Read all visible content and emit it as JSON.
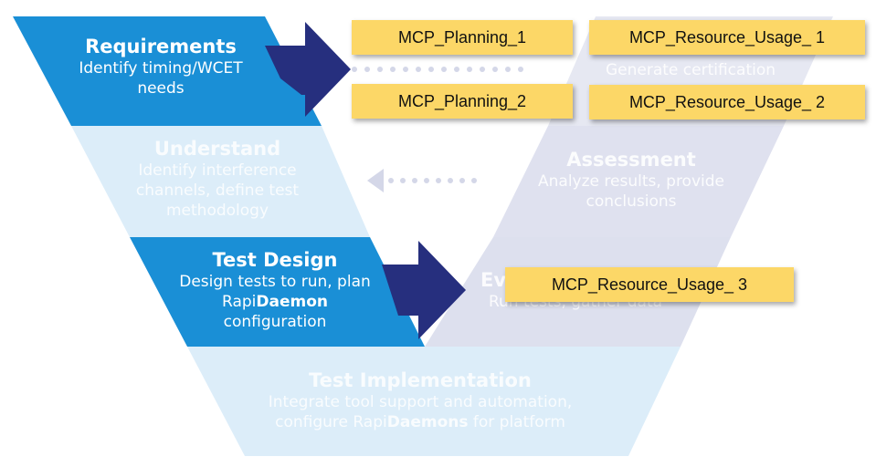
{
  "stages": {
    "requirements": {
      "title": "Requirements",
      "desc_1": "Identify timing/WCET",
      "desc_2": "needs"
    },
    "understand": {
      "title": "Understand",
      "desc_1": "Identify interference",
      "desc_2": "channels, define test",
      "desc_3": "methodology"
    },
    "test_design": {
      "title": "Test Design",
      "desc_1": "Design tests to run, plan",
      "desc_2_pre": "Rapi",
      "desc_2_bold": "Daemon",
      "desc_3": "configuration"
    },
    "test_implementation": {
      "title": "Test Implementation",
      "desc_1": "Integrate tool support and automation,",
      "desc_2_pre": "configure Rapi",
      "desc_2_bold": "Daemons",
      "desc_2_post": " for platform"
    },
    "execution": {
      "title": "Ev",
      "desc": "Run tests, gather data"
    },
    "assessment": {
      "title": "Assessment",
      "desc_1": "Analyze results, provide",
      "desc_2": "conclusions"
    },
    "certification": {
      "desc": "Generate certification"
    }
  },
  "notes": {
    "planning_1": "MCP_Planning_1",
    "planning_2": "MCP_Planning_2",
    "resource_1": "MCP_Resource_Usage_ 1",
    "resource_2": "MCP_Resource_Usage_ 2",
    "resource_3": "MCP_Resource_Usage_ 3"
  },
  "colors": {
    "active_blue": "#1a8fd6",
    "pale_blue": "#dcedf9",
    "pale_grey": "#dfe1ef",
    "arrow_navy": "#262f7e",
    "note_yellow": "#fcd767"
  }
}
